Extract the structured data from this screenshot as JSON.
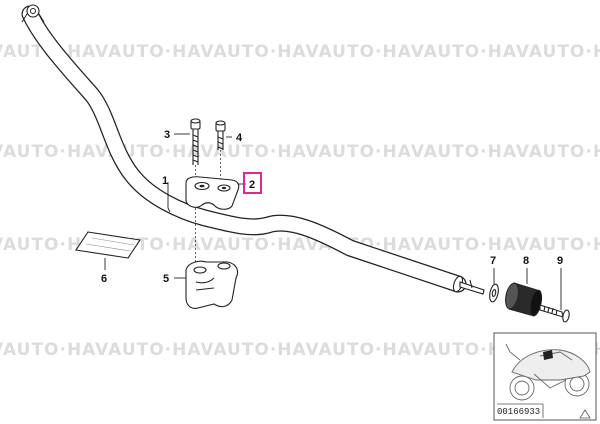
{
  "watermark": {
    "text": "VAUTO·HAVAUTO·HAVAUTO·HAVAUTO·HAVAUTO·HAVAUTO·HAVAUTO·HAVAUTO",
    "color": "#dcdcdc"
  },
  "callouts": [
    {
      "id": "1",
      "label": "1"
    },
    {
      "id": "2",
      "label": "2",
      "highlighted": true
    },
    {
      "id": "3",
      "label": "3"
    },
    {
      "id": "4",
      "label": "4"
    },
    {
      "id": "5",
      "label": "5"
    },
    {
      "id": "6",
      "label": "6"
    },
    {
      "id": "7",
      "label": "7"
    },
    {
      "id": "8",
      "label": "8"
    },
    {
      "id": "9",
      "label": "9"
    }
  ],
  "highlight_color": "#e0288c",
  "inset": {
    "reference_number": "00166933"
  }
}
